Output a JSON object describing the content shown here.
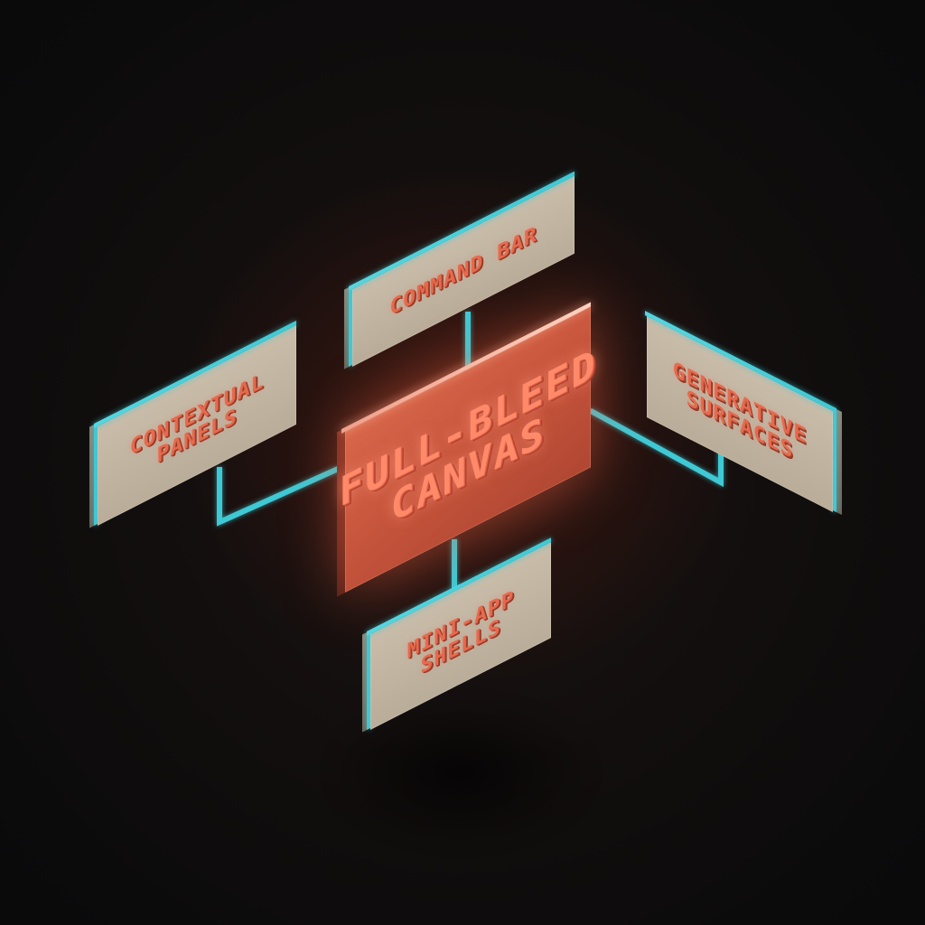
{
  "diagram": {
    "center": {
      "id": "full-bleed-canvas",
      "lines": [
        "FULL-BLEED",
        "CANVAS"
      ]
    },
    "nodes": [
      {
        "id": "command-bar",
        "lines": [
          "COMMAND BAR"
        ]
      },
      {
        "id": "contextual-panels",
        "lines": [
          "CONTEXTUAL",
          "PANELS"
        ]
      },
      {
        "id": "generative-surfaces",
        "lines": [
          "GENERATIVE",
          "SURFACES"
        ]
      },
      {
        "id": "mini-app-shells",
        "lines": [
          "MINI-APP",
          "SHELLS"
        ]
      }
    ],
    "connections": [
      [
        "full-bleed-canvas",
        "command-bar"
      ],
      [
        "full-bleed-canvas",
        "contextual-panels"
      ],
      [
        "full-bleed-canvas",
        "generative-surfaces"
      ],
      [
        "full-bleed-canvas",
        "mini-app-shells"
      ]
    ]
  },
  "colors": {
    "background": "#0b0b0c",
    "glow": "#782616",
    "main_panel": "#c9553c",
    "main_text": "#ff8a6a",
    "secondary_panel": "#c4b8a5",
    "secondary_text": "#e56a4e",
    "connector": "#3fc9d4"
  }
}
